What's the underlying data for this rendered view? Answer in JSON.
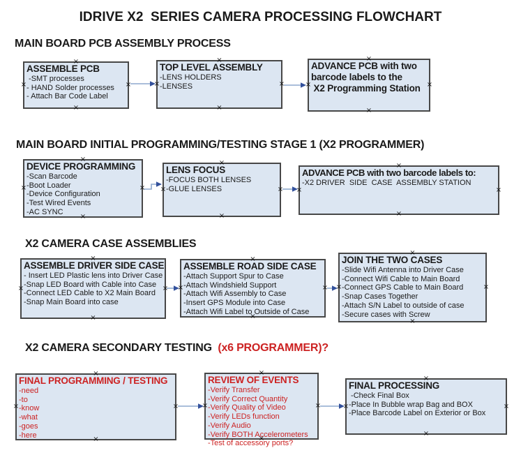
{
  "title": "IDRIVE X2  SERIES CAMERA PROCESSING FLOWCHART",
  "colors": {
    "ink": "#1a1a1a",
    "red": "#cc2222",
    "box_fill": "#dce6f2",
    "box_border": "#474747",
    "arrow_line": "#8ea9cd",
    "arrow_head": "#33519c"
  },
  "icons": {
    "handle_glyph": "×"
  },
  "sections": [
    {
      "heading": "MAIN BOARD PCB ASSEMBLY PROCESS",
      "heading_red": "",
      "boxes": [
        {
          "title": "ASSEMBLE PCB",
          "lines": [
            " -SMT processes",
            "- HAND Solder processes",
            "- Attach Bar Code Label"
          ]
        },
        {
          "title": "TOP LEVEL ASSEMBLY",
          "lines": [
            "-LENS HOLDERS",
            "-LENSES"
          ]
        },
        {
          "title": "ADVANCE PCB with two",
          "lines": [
            "barcode labels to the",
            " X2 Programming Station"
          ]
        }
      ]
    },
    {
      "heading": "MAIN BOARD INITIAL PROGRAMMING/TESTING STAGE 1 (X2 PROGRAMMER)",
      "heading_red": "",
      "boxes": [
        {
          "title": "DEVICE PROGRAMMING",
          "lines": [
            "-Scan Barcode",
            "-Boot Loader",
            "-Device Configuration",
            "-Test Wired Events",
            "-AC SYNC"
          ]
        },
        {
          "title": "LENS FOCUS",
          "lines": [
            "-FOCUS BOTH LENSES",
            "-GLUE LENSES"
          ]
        },
        {
          "title": "ADVANCE PCB with two barcode labels to:",
          "lines": [
            "-X2 DRIVER  SIDE  CASE  ASSEMBLY STATION"
          ]
        }
      ]
    },
    {
      "heading": "X2 CAMERA CASE ASSEMBLIES",
      "heading_red": "",
      "boxes": [
        {
          "title": "ASSEMBLE DRIVER SIDE CASE",
          "lines": [
            "- Insert LED Plastic lens into Driver Case",
            "-Snap LED Board with Cable into Case",
            "-Connect LED Cable to X2 Main Board",
            "-Snap Main Board into case"
          ]
        },
        {
          "title": "ASSEMBLE ROAD SIDE CASE",
          "lines": [
            "-Attach Support Spur to Case",
            "-Attach Windshield Support",
            "-Attach Wifi Assembly to Case",
            "-Insert GPS Module into Case",
            "-Attach Wifi Label to Outside of Case"
          ]
        },
        {
          "title": "JOIN THE TWO CASES",
          "lines": [
            "-Slide Wifi Antenna into Driver Case",
            "-Connect Wifi Cable to Main Board",
            "-Connect GPS Cable to Main Board",
            "-Snap Cases Together",
            "-Attach S/N Label to outside of case",
            "-Secure cases with Screw"
          ]
        }
      ]
    },
    {
      "heading": "X2 CAMERA SECONDARY TESTING",
      "heading_red": "  (x6 PROGRAMMER)?",
      "boxes": [
        {
          "title": "FINAL PROGRAMMING / TESTING",
          "lines": [
            "-need",
            "-to",
            "-know",
            "-what",
            "-goes",
            "-here"
          ]
        },
        {
          "title": "REVIEW OF EVENTS",
          "lines": [
            "-Verify Transfer",
            "-Verify Correct Quantity",
            "-Verify Quality of Video",
            "-Verify LEDs function",
            "-Verify Audio",
            "-Verify BOTH Accelerometers",
            "-Test of accessory ports?"
          ]
        },
        {
          "title": "FINAL PROCESSING",
          "lines": [
            " -Check Final Box",
            "-Place In Bubble wrap Bag and BOX",
            "-Place Barcode Label on Exterior or Box"
          ]
        }
      ]
    }
  ]
}
